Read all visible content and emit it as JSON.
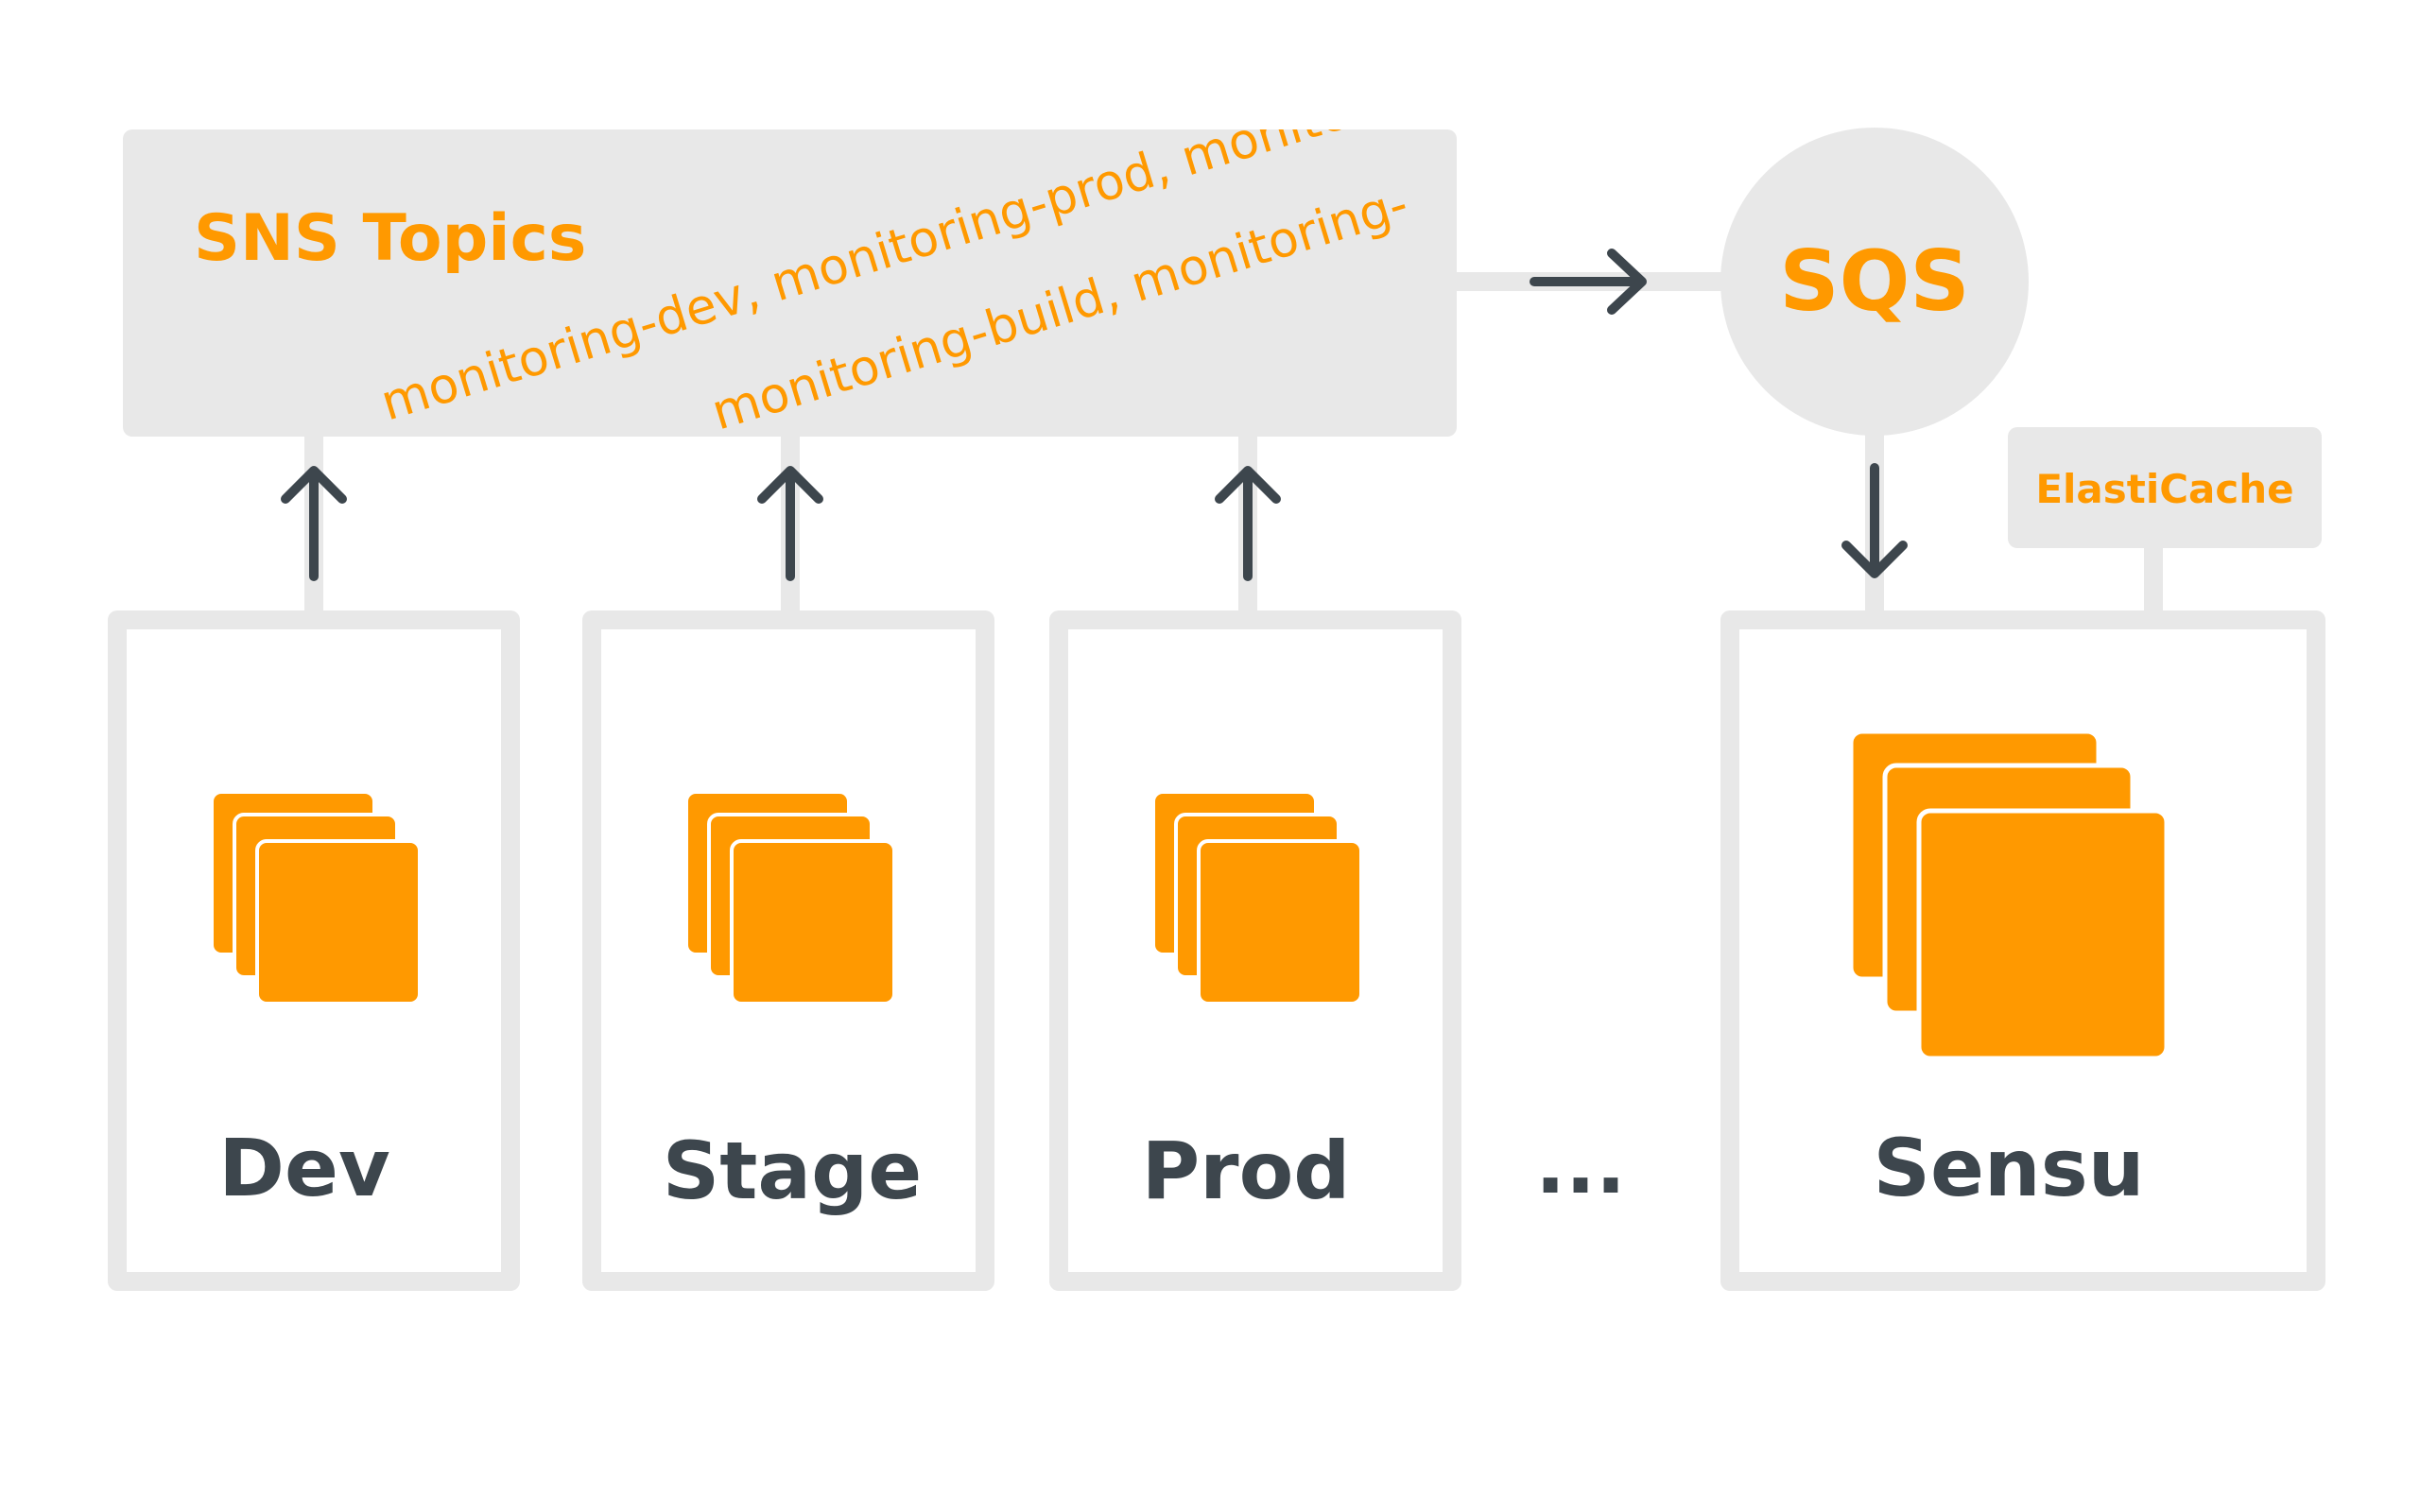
{
  "colors": {
    "accent": "#ff9900",
    "panel": "#e8e8e8",
    "arrow": "#3d464d",
    "text_dark": "#3d464d",
    "background": "#ffffff"
  },
  "sns": {
    "title": "SNS Topics",
    "topic_line_1": "monitoring-dev, monitoring-prod, monitoring-",
    "topic_line_2": "monitoring-build, monitoring-"
  },
  "sqs": {
    "label": "SQS"
  },
  "elasticache": {
    "label": "ElastiCache"
  },
  "nodes": [
    {
      "label": "Dev",
      "icon": "instances-icon"
    },
    {
      "label": "Stage",
      "icon": "instances-icon"
    },
    {
      "label": "Prod",
      "icon": "instances-icon"
    }
  ],
  "ellipsis": "...",
  "sensu": {
    "label": "Sensu",
    "icon": "instances-icon"
  }
}
